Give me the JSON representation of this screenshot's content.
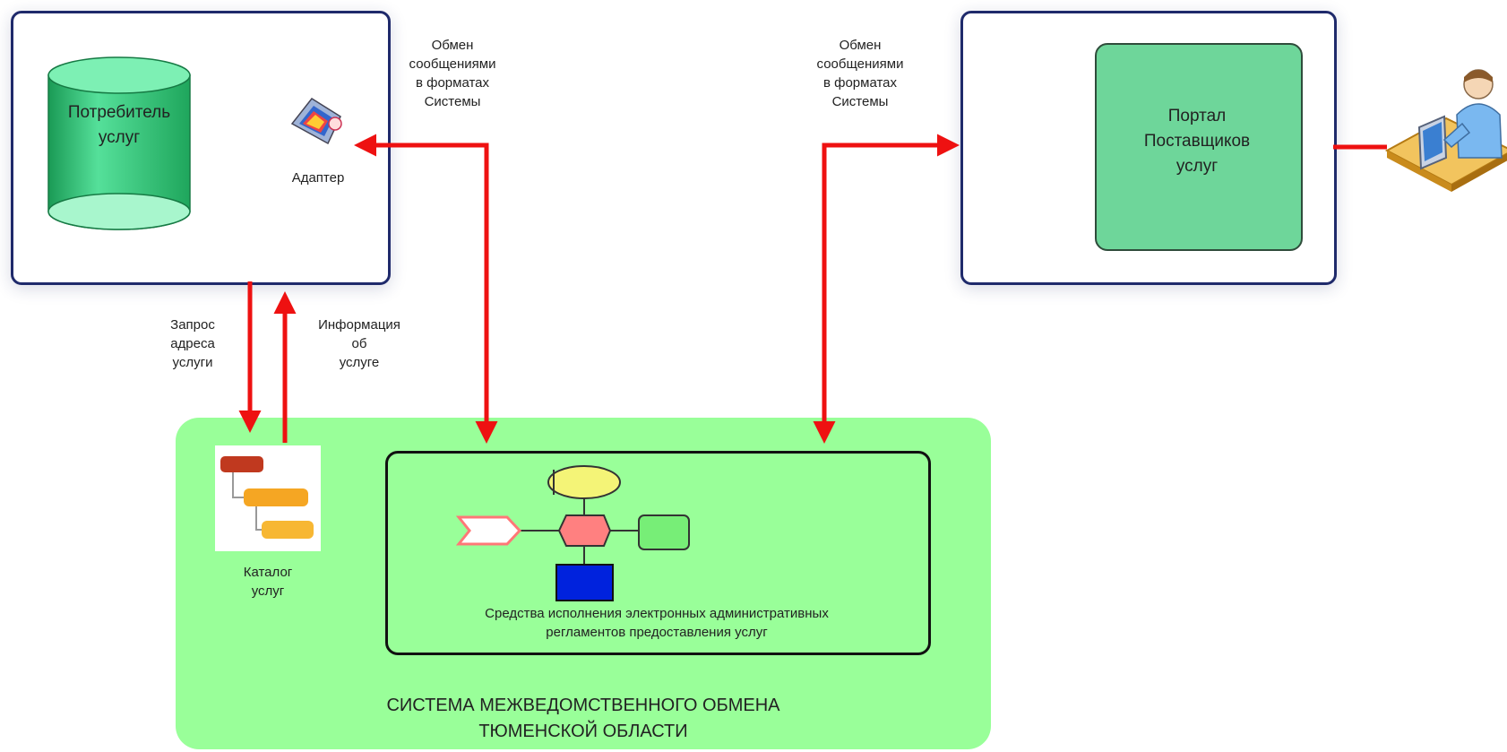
{
  "consumer": {
    "label_line1": "Потребитель",
    "label_line2": "услуг",
    "adapter_label": "Адаптер"
  },
  "portal": {
    "line1": "Портал",
    "line2": "Поставщиков",
    "line3": "услуг"
  },
  "exchange_left": {
    "l1": "Обмен",
    "l2": "сообщениями",
    "l3": "в форматах",
    "l4": "Системы"
  },
  "exchange_right": {
    "l1": "Обмен",
    "l2": "сообщениями",
    "l3": "в форматах",
    "l4": "Системы"
  },
  "request": {
    "l1": "Запрос",
    "l2": "адреса",
    "l3": "услуги"
  },
  "info": {
    "l1": "Информация",
    "l2": "об",
    "l3": "услуге"
  },
  "catalog": {
    "l1": "Каталог",
    "l2": "услуг"
  },
  "bpm": {
    "l1": "Средства исполнения электронных административных",
    "l2": "регламентов предоставления услуг"
  },
  "system": {
    "l1": "СИСТЕМА МЕЖВЕДОМСТВЕННОГО ОБМЕНА",
    "l2": "ТЮМЕНСКОЙ ОБЛАСТИ"
  },
  "colors": {
    "arrow": "#ee1111",
    "frame": "#1f2a6b",
    "system_bg": "#99ff99",
    "cylinder": "#33cc77",
    "portal_tile": "#6ed69a",
    "bpm_event": "#ff8080",
    "bpm_gateway": "#f4f477",
    "bpm_task": "#77ee77",
    "bpm_data": "#0022dd"
  },
  "icons": {
    "adapter": "adapter-icon",
    "user": "user-workstation-icon",
    "catalog": "catalog-tree-icon"
  }
}
